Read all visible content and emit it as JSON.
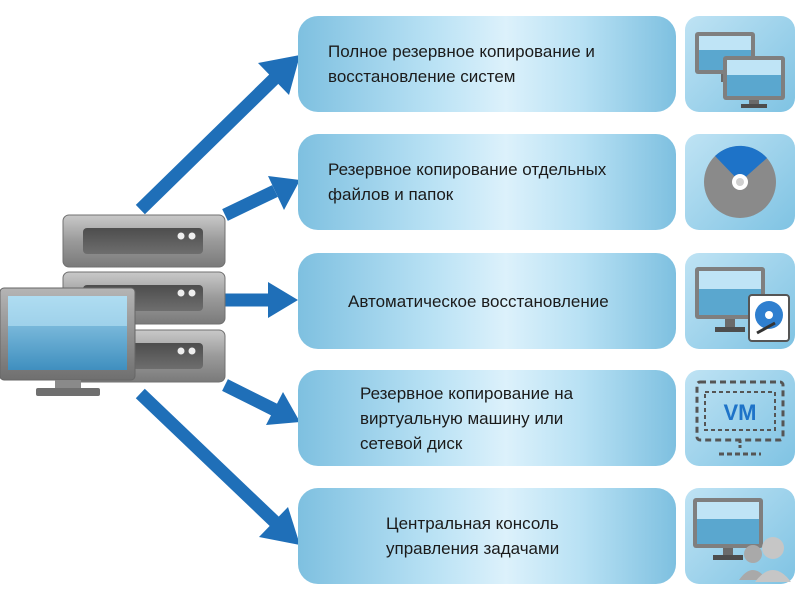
{
  "features": [
    {
      "text_lines": [
        "Полное резервное копирование и",
        "восстановление систем"
      ],
      "icon": "two-monitors-icon"
    },
    {
      "text_lines": [
        "Резервное копирование отдельных",
        "файлов и папок"
      ],
      "icon": "disc-icon"
    },
    {
      "text_lines": [
        "Автоматическое восстановление"
      ],
      "icon": "monitor-with-disk-icon"
    },
    {
      "text_lines": [
        "Резервное копирование на",
        "виртуальную машину или",
        "сетевой диск"
      ],
      "icon": "virtual-machine-icon"
    },
    {
      "text_lines": [
        "Центральная консоль",
        "управления задачами"
      ],
      "icon": "monitor-with-users-icon"
    }
  ],
  "vm_icon_label": "VM",
  "colors": {
    "arrow": "#1f6fb8",
    "box_edge": "#7ec0e0",
    "box_center": "#dcf1fb",
    "server": "#8c8c8c",
    "screen": "#5aa7cf"
  }
}
